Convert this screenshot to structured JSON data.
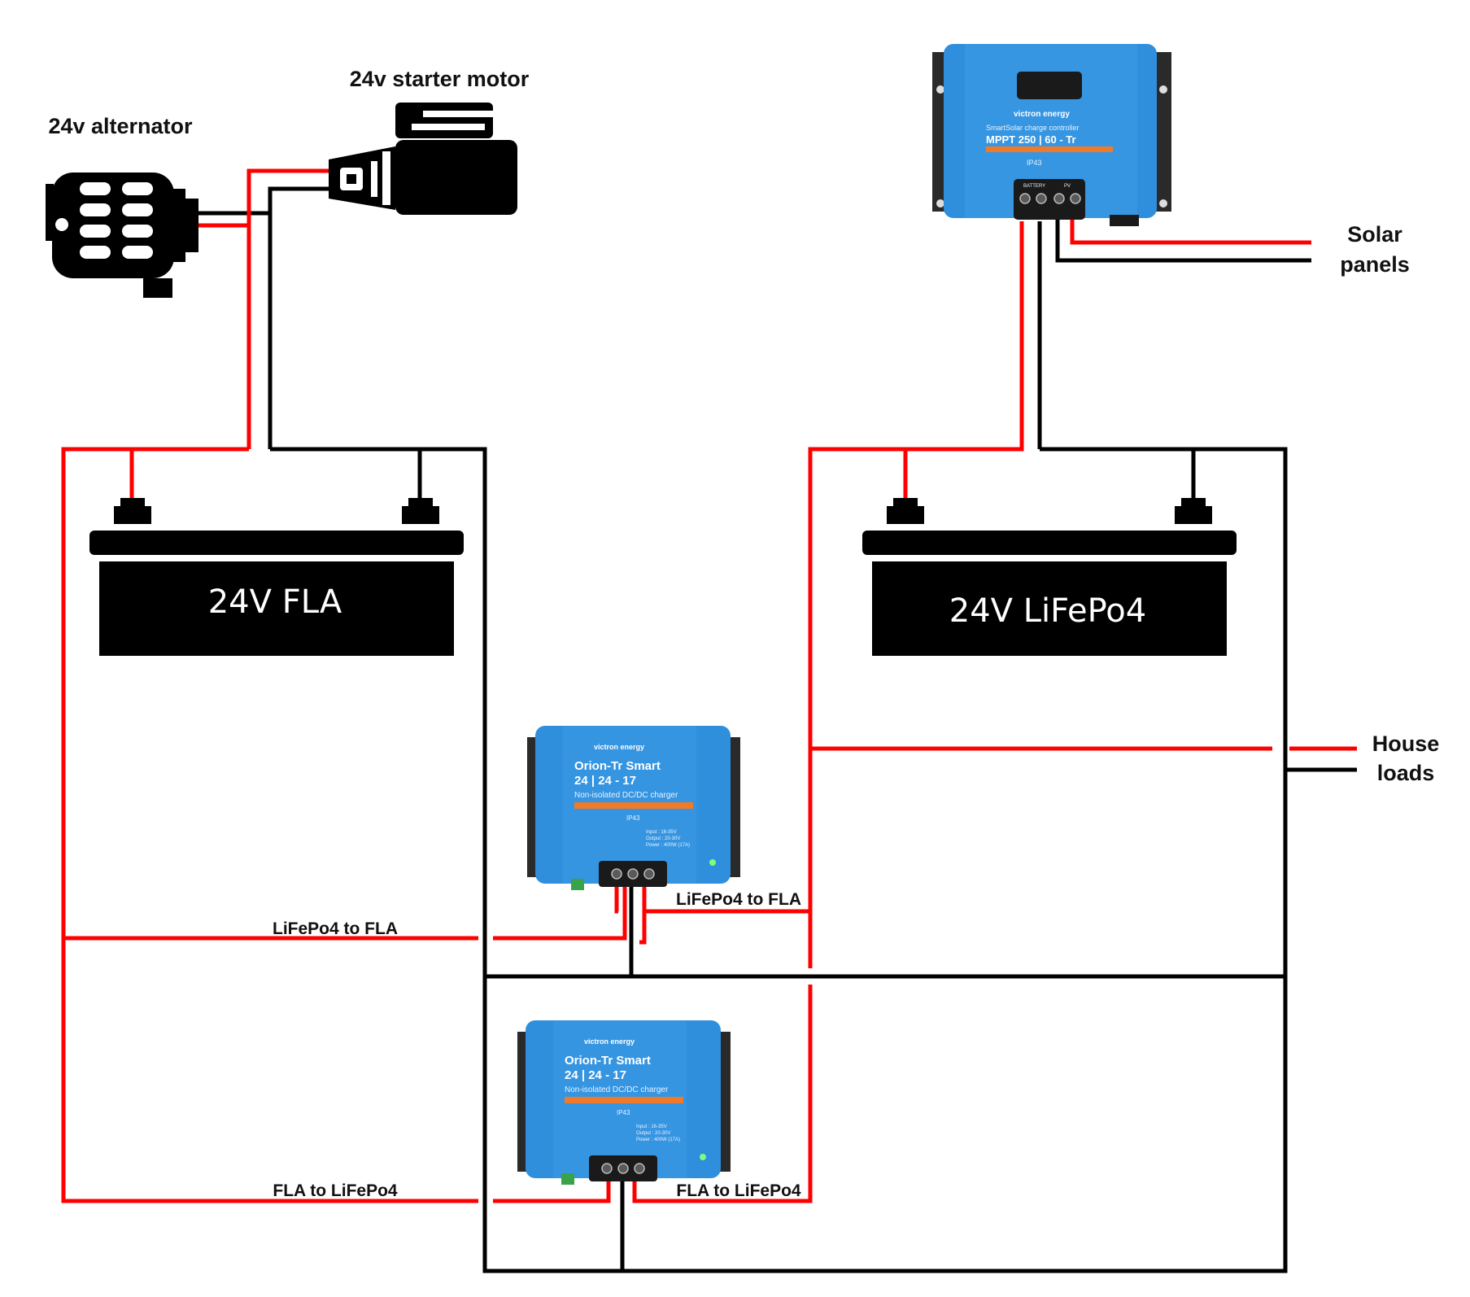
{
  "labels": {
    "alternator": "24v alternator",
    "starter": "24v starter motor",
    "solar_line1": "Solar",
    "solar_line2": "panels",
    "house_line1": "House",
    "house_line2": "loads",
    "lifepo4_to_fla": "LiFePo4 to FLA",
    "fla_to_lifepo4": "FLA to LiFePo4"
  },
  "batteries": {
    "fla": "24V FLA",
    "lifepo4": "24V LiFePo4"
  },
  "mppt": {
    "brand": "victron energy",
    "line1": "SmartSolar charge controller",
    "model": "MPPT 250 | 60 - Tr",
    "ip": "IP43",
    "term_battery": "BATTERY",
    "term_pv": "PV"
  },
  "orion": {
    "brand": "victron energy",
    "name": "Orion-Tr Smart",
    "model": "24 | 24 - 17",
    "desc": "Non-isolated DC/DC charger",
    "ip": "IP43",
    "spec_input": "Input : 16-35V",
    "spec_output": "Output : 20-30V",
    "spec_power": "Power : 400W (17A)"
  },
  "colors": {
    "positive": "#ff0000",
    "negative": "#000000",
    "device_blue": "#2f8fdc",
    "battery_body": "#000000"
  }
}
